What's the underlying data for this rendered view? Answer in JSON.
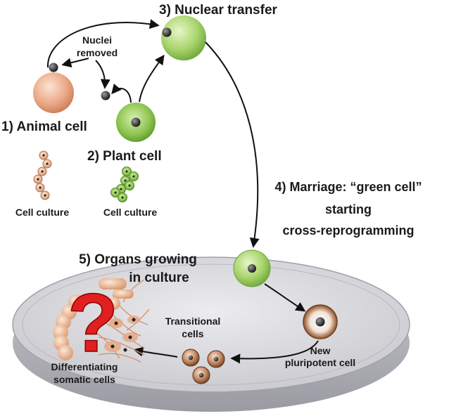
{
  "labels": {
    "nuclear_transfer": "3) Nuclear transfer",
    "nuclei_removed_line1": "Nuclei",
    "nuclei_removed_line2": "removed",
    "animal_cell": "1) Animal cell",
    "plant_cell": "2) Plant cell",
    "cell_culture_animal": "Cell culture",
    "cell_culture_plant": "Cell culture",
    "marriage_line1": "4) Marriage: “green cell”",
    "marriage_line2": "starting",
    "marriage_line3": "cross-reprogramming",
    "organs_line1": "5) Organs growing",
    "organs_line2": "in culture",
    "transitional_line1": "Transitional",
    "transitional_line2": "cells",
    "new_pluripotent_line1": "New",
    "new_pluripotent_line2": "pluripotent cell",
    "differentiating_line1": "Differentiating",
    "differentiating_line2": "somatic cells",
    "question_mark": "?"
  },
  "colors": {
    "animal_cell": "#e8a882",
    "plant_cell": "#8cc34f",
    "hybrid_cell": "#a9d36b",
    "nucleus": "#2a2a2a",
    "pluripotent_ring": "#8a5a3a",
    "dish": "#d4d4d8",
    "question": "#e02020",
    "text": "#1a1a1a"
  }
}
